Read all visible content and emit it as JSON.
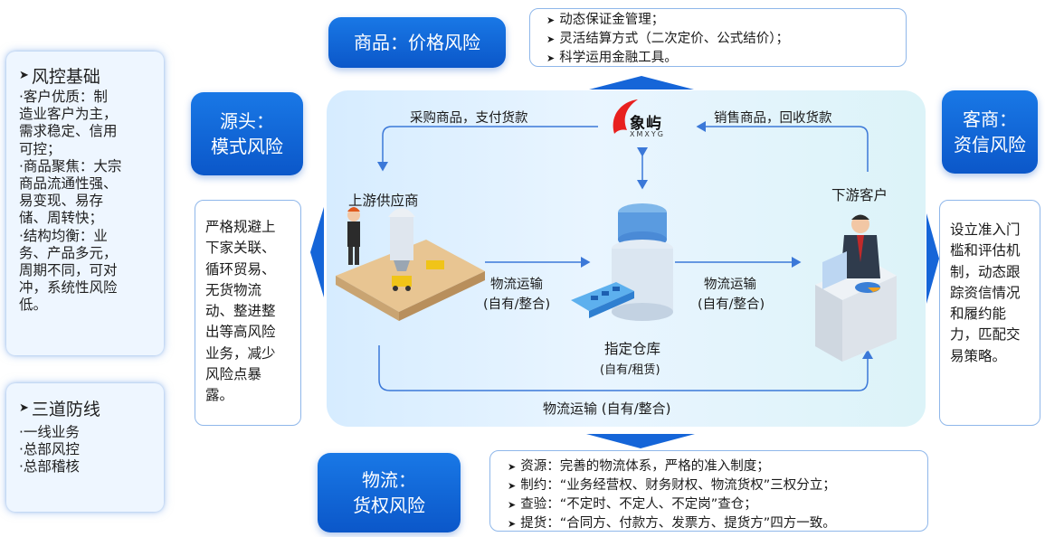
{
  "left_top_card": {
    "title": "风控基础",
    "lines": [
      "·客户优质：制",
      "造业客户为主，",
      "需求稳定、信用",
      "可控；",
      "·商品聚焦：大宗",
      "商品流通性强、",
      "易变现、易存",
      "储、周转快；",
      "·结构均衡：业",
      "务、产品多元，",
      "周期不同，可对",
      "冲，系统性风险",
      "低。"
    ]
  },
  "left_bottom_card": {
    "title": "三道防线",
    "lines": [
      "·一线业务",
      "·总部风控",
      "·总部稽核"
    ]
  },
  "pills": {
    "goods": "商品：价格风险",
    "source_line1": "源头：",
    "source_line2": "模式风险",
    "customer_line1": "客商：",
    "customer_line2": "资信风险",
    "logistics_line1": "物流：",
    "logistics_line2": "货权风险"
  },
  "goods_box": [
    "动态保证金管理；",
    "灵活结算方式（二次定价、公式结价）；",
    "科学运用金融工具。"
  ],
  "logistics_box": [
    "资源：完善的物流体系，严格的准入制度；",
    "制约：“业务经营权、财务财权、物流货权”三权分立；",
    "查验：“不定时、不定人、不定岗”查仓；",
    "提货：“合同方、付款方、发票方、提货方”四方一致。"
  ],
  "source_box": [
    "严格规避上",
    "下家关联、",
    "循环贸易、",
    "无货物流",
    "动、整进整",
    "出等高风险",
    "业务，减少",
    "风险点暴",
    "露。"
  ],
  "customer_box": [
    "设立准入门",
    "槛和评估机",
    "制，动态跟",
    "踪资信情况",
    "和履约能",
    "力，匹配交",
    "易策略。"
  ],
  "center": {
    "buy_label": "采购商品，支付货款",
    "sell_label": "销售商品，回收货款",
    "upstream": "上游供应商",
    "downstream": "下游客户",
    "warehouse": "指定仓库",
    "warehouse_sub": "(自有/租赁)",
    "logistics_left_1": "物流运输",
    "logistics_left_2": "(自有/整合)",
    "logistics_right_1": "物流运输",
    "logistics_right_2": "(自有/整合)",
    "bottom_logistics": "物流运输 (自有/整合)",
    "logo_text": "象屿",
    "logo_sub": "XMXYG"
  },
  "colors": {
    "pill_blue": "#0b57c9",
    "accent_red": "#e8201e",
    "card_glow": "#6ea0e6",
    "arrow_blue": "#3b78d8"
  }
}
